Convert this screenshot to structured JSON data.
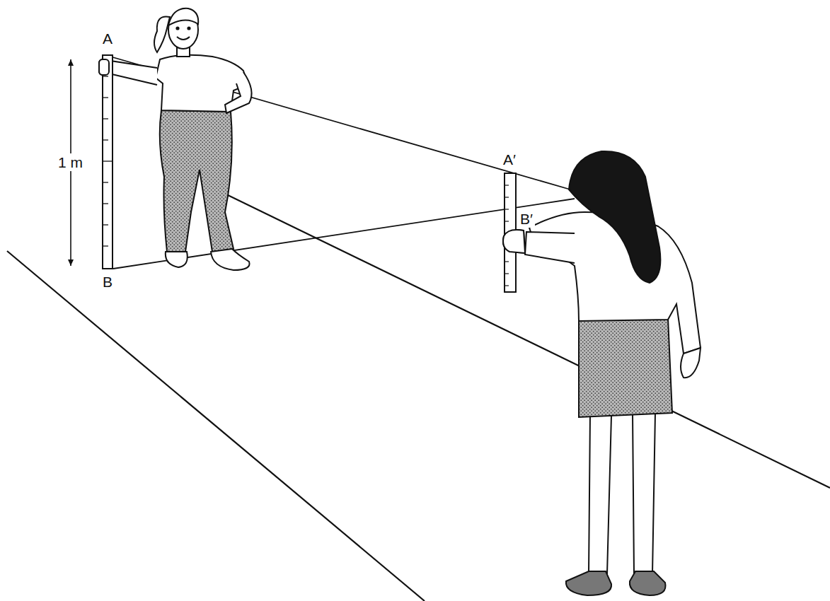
{
  "diagram": {
    "labels": [
      "A",
      "B",
      "1 m",
      "A′",
      "B′"
    ]
  }
}
